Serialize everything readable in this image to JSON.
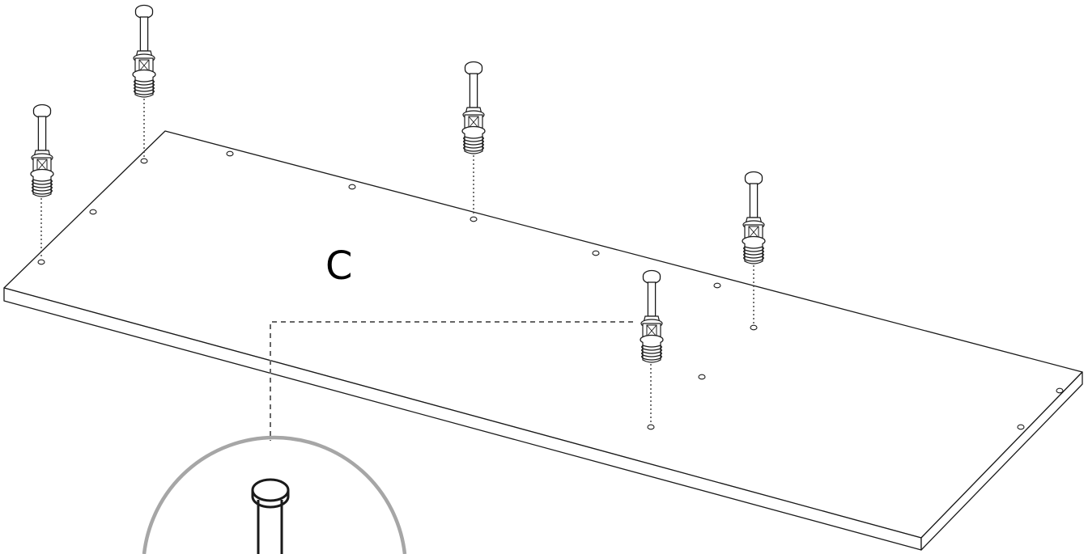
{
  "diagram": {
    "part_label": "C",
    "colors": {
      "line": "#1a1a1a",
      "callout_line": "#666666",
      "zoom_circle": "#a6a6a6",
      "background": "#ffffff"
    },
    "components": {
      "panel": "panel-board",
      "dowel": "connector-dowel-icon",
      "dowel_count": 5,
      "pre_drilled_hole_count": 13
    }
  }
}
